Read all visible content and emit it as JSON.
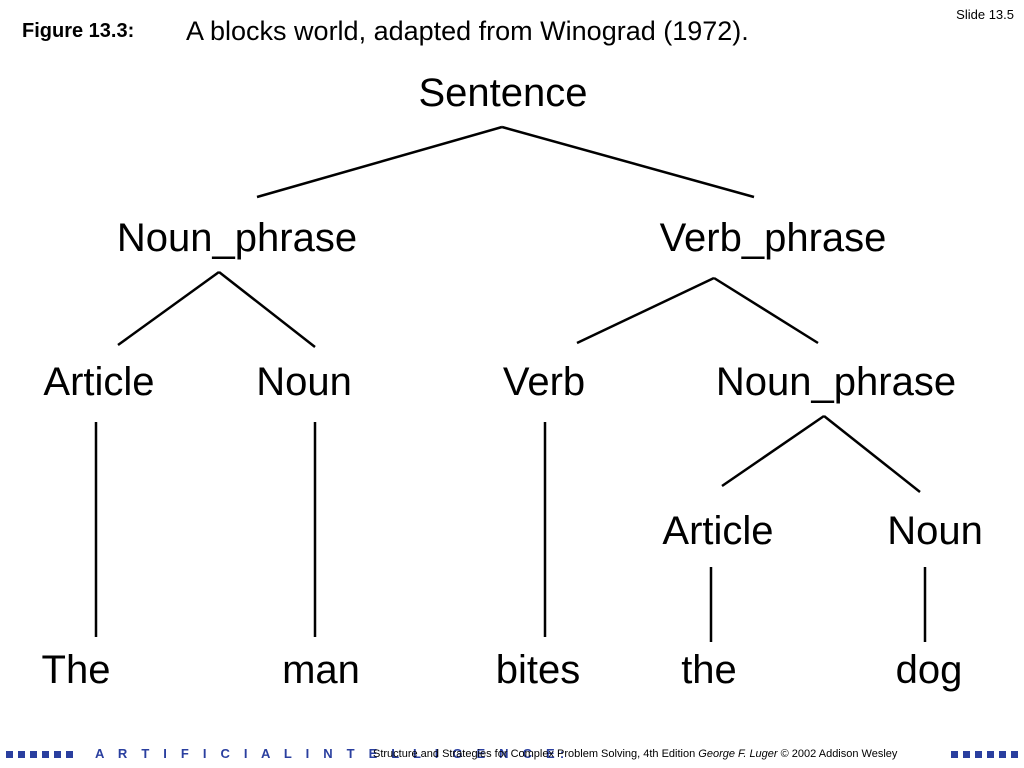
{
  "slide_number": "Slide 13.5",
  "figure": {
    "label": "Figure 13.3:",
    "caption": "A blocks world, adapted from Winograd (1972)."
  },
  "tree": {
    "root": "Sentence",
    "level1": [
      "Noun_phrase",
      "Verb_phrase"
    ],
    "level2": [
      "Article",
      "Noun",
      "Verb",
      "Noun_phrase"
    ],
    "level3": [
      "Article",
      "Noun"
    ],
    "words": [
      "The",
      "man",
      "bites",
      "the",
      "dog"
    ]
  },
  "footer": {
    "title": "A R T I F I C I A L   I N T E L L I G E N C E:",
    "book": "Structure and Strategies for Complex Problem Solving, 4th Edition",
    "author": "George F. Luger",
    "copyright": "© 2002",
    "publisher": "Addison Wesley"
  },
  "colors": {
    "accent": "#2a3f9f",
    "text": "#000000",
    "background": "#ffffff"
  }
}
